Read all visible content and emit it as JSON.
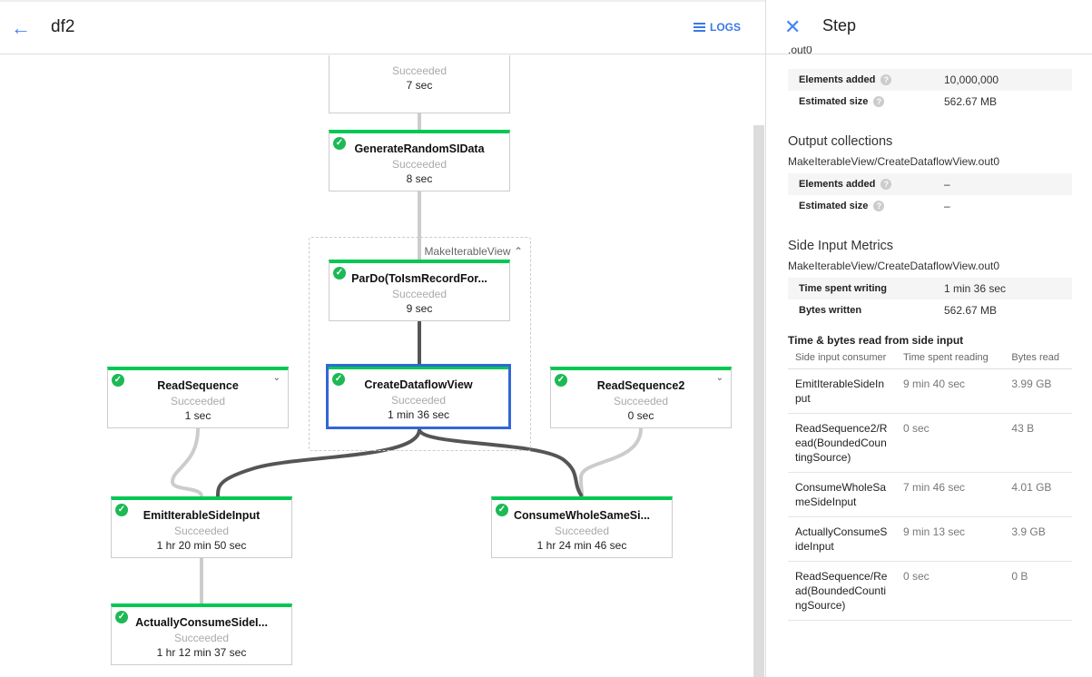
{
  "header": {
    "title": "df2",
    "logs_label": "LOGS"
  },
  "graph": {
    "group_label": "MakeIterableView",
    "nodes": [
      {
        "name": "",
        "status": "Succeeded",
        "time": "7 sec"
      },
      {
        "name": "GenerateRandomSIData",
        "status": "Succeeded",
        "time": "8 sec"
      },
      {
        "name": "ParDo(ToIsmRecordFor...",
        "status": "Succeeded",
        "time": "9 sec"
      },
      {
        "name": "CreateDataflowView",
        "status": "Succeeded",
        "time": "1 min 36 sec"
      },
      {
        "name": "ReadSequence",
        "status": "Succeeded",
        "time": "1 sec"
      },
      {
        "name": "ReadSequence2",
        "status": "Succeeded",
        "time": "0 sec"
      },
      {
        "name": "EmitIterableSideInput",
        "status": "Succeeded",
        "time": "1 hr 20 min 50 sec"
      },
      {
        "name": "ConsumeWholeSameSi...",
        "status": "Succeeded",
        "time": "1 hr 24 min 46 sec"
      },
      {
        "name": "ActuallyConsumeSideI...",
        "status": "Succeeded",
        "time": "1 hr 12 min 37 sec"
      }
    ],
    "colors": {
      "success": "#00c853",
      "selected": "#3367d6",
      "edge_main": "#555555",
      "edge_side": "#cccccc"
    }
  },
  "panel": {
    "title": "Step",
    "cut_text": ".out0",
    "input_metrics": [
      {
        "label": "Elements added",
        "value": "10,000,000"
      },
      {
        "label": "Estimated size",
        "value": "562.67 MB"
      }
    ],
    "output": {
      "heading": "Output collections",
      "name": "MakeIterableView/CreateDataflowView.out0",
      "metrics": [
        {
          "label": "Elements added",
          "value": "–"
        },
        {
          "label": "Estimated size",
          "value": "–"
        }
      ]
    },
    "side": {
      "heading": "Side Input Metrics",
      "name": "MakeIterableView/CreateDataflowView.out0",
      "metrics": [
        {
          "label": "Time spent writing",
          "value": "1 min 36 sec"
        },
        {
          "label": "Bytes written",
          "value": "562.67 MB"
        }
      ]
    },
    "read": {
      "heading": "Time & bytes read from side input",
      "columns": [
        "Side input consumer",
        "Time spent reading",
        "Bytes read"
      ],
      "rows": [
        [
          "EmitIterableSideInput",
          "9 min 40 sec",
          "3.99 GB"
        ],
        [
          "ReadSequence2/Read(BoundedCountingSource)",
          "0 sec",
          "43 B"
        ],
        [
          "ConsumeWholeSameSideInput",
          "7 min 46 sec",
          "4.01 GB"
        ],
        [
          "ActuallyConsumeSideInput",
          "9 min 13 sec",
          "3.9 GB"
        ],
        [
          "ReadSequence/Read(BoundedCountingSource)",
          "0 sec",
          "0 B"
        ]
      ]
    }
  }
}
